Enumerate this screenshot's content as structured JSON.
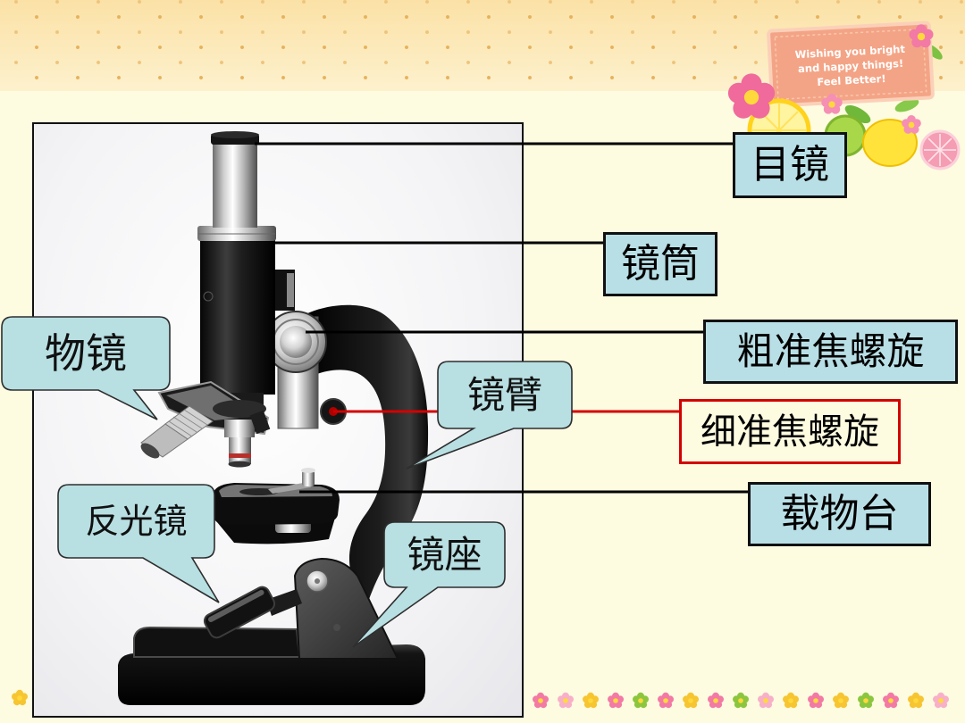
{
  "decoration": {
    "lines": [
      "Wishing you bright",
      "and happy things!",
      "Feel Better!"
    ]
  },
  "labels": {
    "eyepiece": "目镜",
    "tube": "镜筒",
    "coarse_focus": "粗准焦螺旋",
    "fine_focus": "细准焦螺旋",
    "stage": "载物台"
  },
  "callouts": {
    "objective": "物镜",
    "arm": "镜臂",
    "mirror": "反光镜",
    "base": "镜座"
  },
  "colors": {
    "background": "#fdfbe0",
    "label_fill": "#b9dfe6",
    "callout_fill": "#b8dfe2",
    "highlight": "#d40000"
  }
}
